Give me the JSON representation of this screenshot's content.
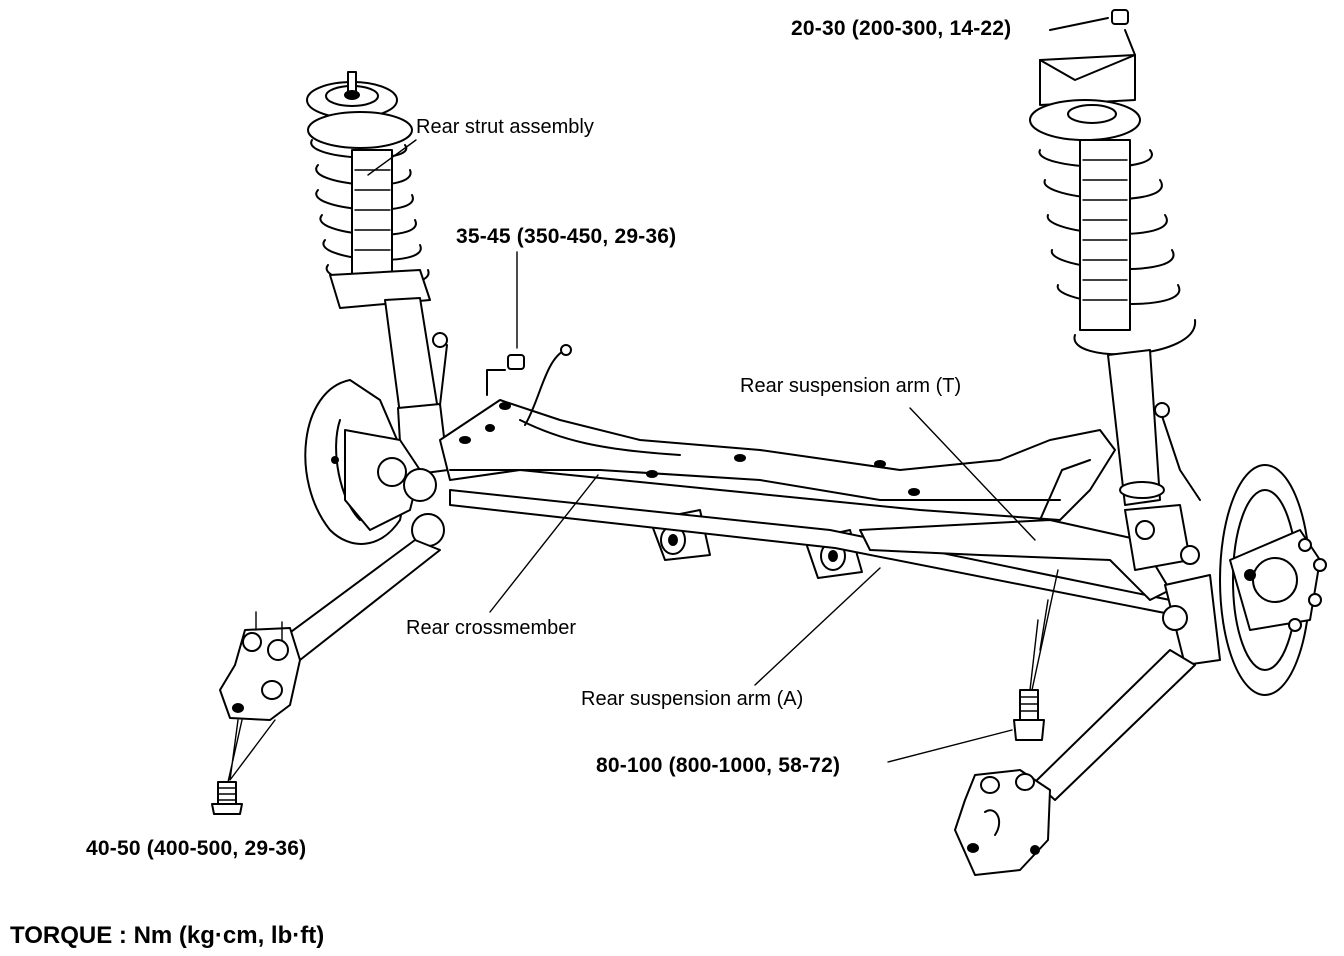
{
  "labels": {
    "torque_top_right": "20-30 (200-300, 14-22)",
    "rear_strut_assembly": "Rear strut assembly",
    "torque_center": "35-45 (350-450, 29-36)",
    "rear_suspension_arm_t": "Rear suspension arm (T)",
    "rear_crossmember": "Rear crossmember",
    "rear_suspension_arm_a": "Rear suspension arm (A)",
    "torque_bottom_center": "80-100 (800-1000, 58-72)",
    "torque_bottom_left": "40-50 (400-500, 29-36)",
    "torque_units": "TORQUE : Nm (kg·cm, lb·ft)"
  }
}
